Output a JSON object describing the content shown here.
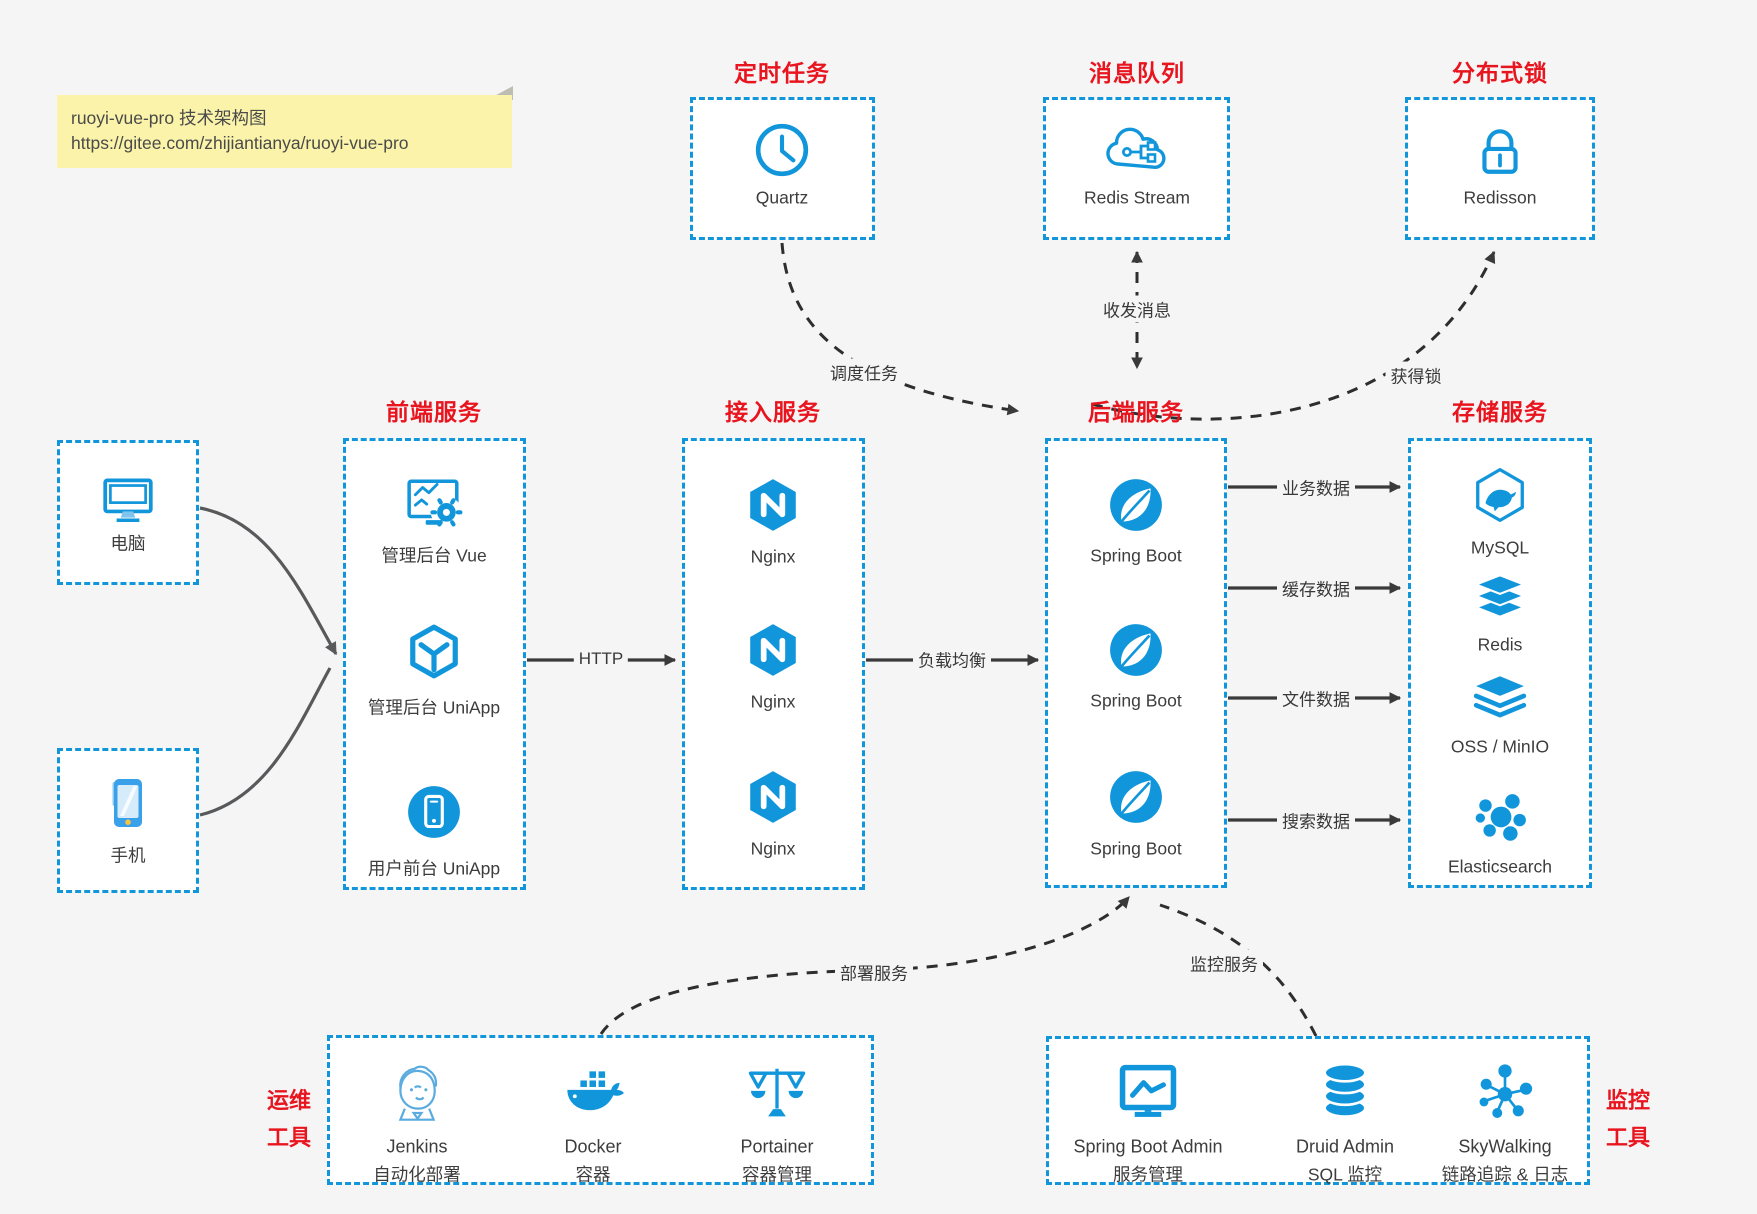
{
  "colors": {
    "accent_blue": "#1296db",
    "title_red": "#e8141e",
    "line_dark": "#3a3a3a",
    "note_yellow": "#faf3a9",
    "background": "#f5f5f6"
  },
  "note": {
    "line1": "ruoyi-vue-pro 技术架构图",
    "line2": "https://gitee.com/zhijiantianya/ruoyi-vue-pro"
  },
  "top": {
    "scheduler": {
      "title": "定时任务",
      "item": {
        "label": "Quartz",
        "icon": "clock-icon"
      }
    },
    "mq": {
      "title": "消息队列",
      "item": {
        "label": "Redis Stream",
        "icon": "cloud-network-icon"
      }
    },
    "lock": {
      "title": "分布式锁",
      "item": {
        "label": "Redisson",
        "icon": "lock-icon"
      }
    }
  },
  "clients": {
    "pc": {
      "label": "电脑",
      "icon": "computer-icon"
    },
    "mobile": {
      "label": "手机",
      "icon": "smartphone-icon"
    }
  },
  "frontend": {
    "title": "前端服务",
    "items": [
      {
        "label": "管理后台 Vue",
        "icon": "admin-vue-icon"
      },
      {
        "label": "管理后台 UniApp",
        "icon": "uniapp-cube-icon"
      },
      {
        "label": "用户前台 UniApp",
        "icon": "user-app-icon"
      }
    ]
  },
  "gateway": {
    "title": "接入服务",
    "items": [
      {
        "label": "Nginx",
        "icon": "nginx-icon"
      },
      {
        "label": "Nginx",
        "icon": "nginx-icon"
      },
      {
        "label": "Nginx",
        "icon": "nginx-icon"
      }
    ]
  },
  "backend": {
    "title": "后端服务",
    "items": [
      {
        "label": "Spring Boot",
        "icon": "spring-icon"
      },
      {
        "label": "Spring Boot",
        "icon": "spring-icon"
      },
      {
        "label": "Spring Boot",
        "icon": "spring-icon"
      }
    ]
  },
  "storage": {
    "title": "存储服务",
    "items": [
      {
        "label": "MySQL",
        "icon": "mysql-icon"
      },
      {
        "label": "Redis",
        "icon": "redis-stack-icon"
      },
      {
        "label": "OSS / MinIO",
        "icon": "layers-icon"
      },
      {
        "label": "Elasticsearch",
        "icon": "es-cluster-icon"
      }
    ]
  },
  "ops": {
    "title_line1": "运维",
    "title_line2": "工具",
    "items": [
      {
        "name": "Jenkins",
        "desc": "自动化部署",
        "icon": "jenkins-icon"
      },
      {
        "name": "Docker",
        "desc": "容器",
        "icon": "docker-whale-icon"
      },
      {
        "name": "Portainer",
        "desc": "容器管理",
        "icon": "scales-icon"
      }
    ]
  },
  "monitoring": {
    "title_line1": "监控",
    "title_line2": "工具",
    "items": [
      {
        "name": "Spring Boot Admin",
        "desc": "服务管理",
        "icon": "monitor-chart-icon"
      },
      {
        "name": "Druid Admin",
        "desc": "SQL 监控",
        "icon": "database-icon"
      },
      {
        "name": "SkyWalking",
        "desc": "链路追踪 & 日志",
        "icon": "node-graph-icon"
      }
    ]
  },
  "edges": {
    "schedule": "调度任务",
    "mq": "收发消息",
    "lock": "获得锁",
    "http": "HTTP",
    "load_balance": "负载均衡",
    "business_data": "业务数据",
    "cache_data": "缓存数据",
    "file_data": "文件数据",
    "search_data": "搜索数据",
    "deploy": "部署服务",
    "monitor": "监控服务"
  }
}
